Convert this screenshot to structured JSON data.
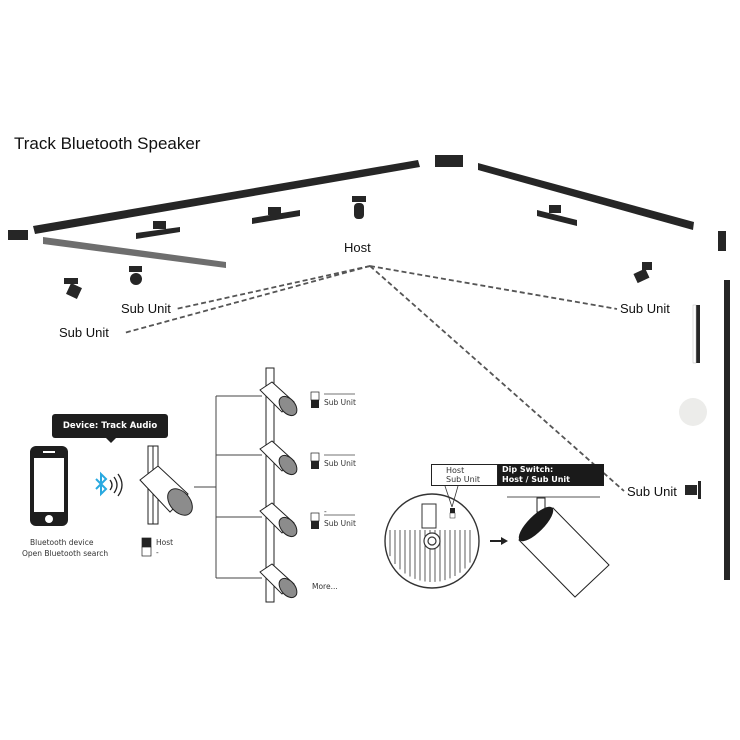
{
  "title": "Track Bluetooth Speaker",
  "labels": {
    "host": "Host",
    "sub_unit_1": "Sub Unit",
    "sub_unit_2": "Sub Unit",
    "sub_unit_3": "Sub Unit",
    "sub_unit_4": "Sub Unit"
  },
  "tooltip": {
    "text": "Device: Track Audio"
  },
  "phone": {
    "caption_line1": "Bluetooth device",
    "caption_line2": "Open Bluetooth search"
  },
  "host_switch": {
    "label_on": "Host",
    "label_off": "-"
  },
  "chain": {
    "units": [
      {
        "top_label": "",
        "bottom_label": "Sub Unit"
      },
      {
        "top_label": "",
        "bottom_label": "Sub Unit"
      },
      {
        "top_label": "-",
        "bottom_label": "Sub Unit"
      }
    ],
    "more_label": "More..."
  },
  "dip_switch": {
    "legend_host": "Host",
    "legend_sub": "Sub Unit",
    "title_line1": "Dip Switch:",
    "title_line2": "Host / Sub Unit"
  },
  "colors": {
    "track": "#262626",
    "track_grey": "#6e6e6e",
    "bluetooth": "#29a9e0",
    "speaker_face": "#8c8c8c",
    "dashed_line": "#555555"
  }
}
